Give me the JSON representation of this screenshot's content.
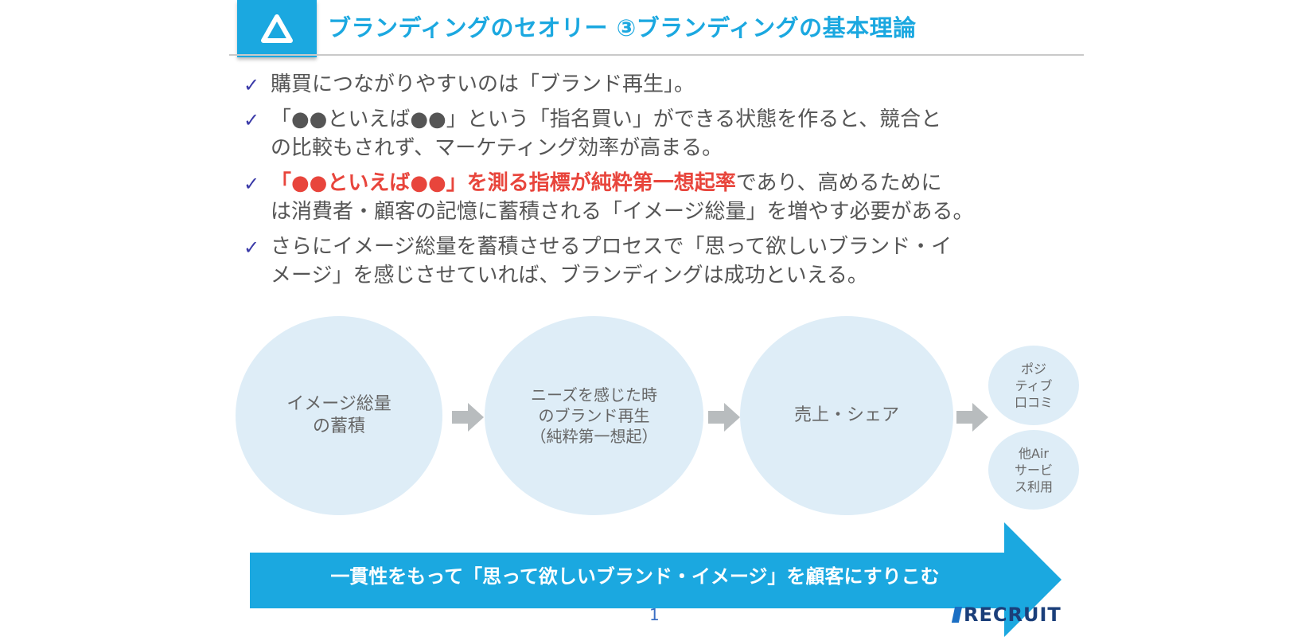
{
  "header": {
    "title": "ブランディングのセオリー ③ブランディングの基本理論",
    "logo_icon": "triangle-logo-icon",
    "accent_color": "#1ba8e0"
  },
  "bullets": [
    {
      "text": "購買につながりやすいのは「ブランド再生」。"
    },
    {
      "text": "「●●といえば●●」という「指名買い」ができる状態を作ると、競合と\nの比較もされず、マーケティング効率が高まる。"
    },
    {
      "highlight": "「●●といえば●●」を測る指標が純粋第一想起率",
      "text": "であり、高めるために\nは消費者・顧客の記憶に蓄積される「イメージ総量」を増やす必要がある。"
    },
    {
      "text": "さらにイメージ総量を蓄積させるプロセスで「思って欲しいブランド・イ\nメージ」を感じさせていれば、ブランディングは成功といえる。"
    }
  ],
  "flow": {
    "step1": "イメージ総量\nの蓄積",
    "step2": "ニーズを感じた時\nのブランド再生\n（純粋第一想起）",
    "step3": "売上・シェア",
    "outcome1": "ポジ\nティブ\n口コミ",
    "outcome2": "他Air\nサービ\nス利用"
  },
  "banner": {
    "text": "一貫性をもって「思って欲しいブランド・イメージ」を顧客にすりこむ"
  },
  "footer": {
    "page_number": "1",
    "brand": "RECRUIT"
  },
  "colors": {
    "highlight": "#e8453c",
    "circle_fill": "#deedf7",
    "arrow_gray": "#b8bcbe",
    "banner_blue": "#1ba8e0"
  }
}
